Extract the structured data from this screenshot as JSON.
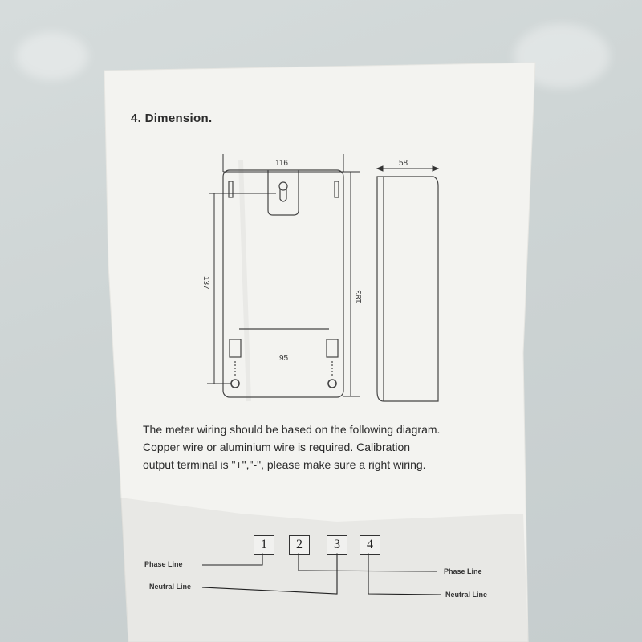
{
  "document": {
    "heading": "4. Dimension.",
    "dimensions": {
      "front_width": "116",
      "side_depth": "58",
      "mount_height": "137",
      "total_height": "183",
      "hole_spacing": "95"
    },
    "paragraph": [
      "The meter wiring should be based on the following diagram.",
      "Copper wire or aluminium wire is required. Calibration",
      "output terminal is \"+\",\"-\",  please make sure a right wiring."
    ],
    "terminals": [
      "1",
      "2",
      "3",
      "4"
    ],
    "labels": {
      "left_phase": "Phase Line",
      "left_neutral": "Neutral Line",
      "right_phase": "Phase Line",
      "right_neutral": "Neutral Line"
    }
  },
  "colors": {
    "wall": "#cdd4d4",
    "paper": "#f4f4f1",
    "ink": "#2a2a2a"
  }
}
